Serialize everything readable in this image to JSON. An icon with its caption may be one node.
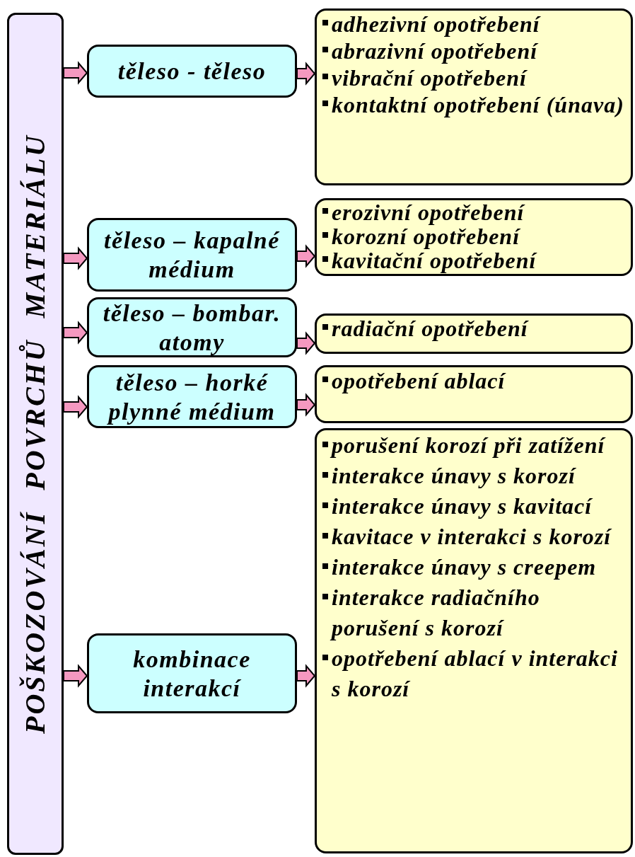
{
  "diagram": {
    "nodes": [
      {
        "text": [
          "POŠKOZOVÁNÍ POVRCHŮ MATERIÁLU"
        ]
      },
      {
        "text": [
          "těleso - těleso"
        ]
      },
      {
        "text": [
          "těleso – kapalné médium"
        ]
      },
      {
        "text": [
          "těleso – bombar. atomy"
        ]
      },
      {
        "text": [
          "těleso – horké plynné médium"
        ]
      },
      {
        "text": [
          "kombinace interakcí"
        ]
      },
      {
        "text": [
          "adhezivní opotřebení",
          "abrazivní opotřebení",
          "vibrační opotřebení",
          "kontaktní opotřebení (únava)"
        ]
      },
      {
        "text": [
          "erozivní opotřebení",
          "korozní opotřebení",
          "kavitační opotřebení"
        ]
      },
      {
        "text": [
          "radiační opotřebení"
        ]
      },
      {
        "text": [
          "opotřebení ablací"
        ]
      },
      {
        "text": [
          "porušení korozí při zatížení",
          "interakce únavy s korozí",
          "interakce únavy s kavitací",
          "kavitace v interakci s korozí",
          "interakce únavy s creepem",
          "interakce radiačního porušení s korozí",
          "opotřebení ablací v interakci s korozí"
        ]
      }
    ],
    "edges": [
      {
        "from": 0,
        "to": 1,
        "arrow": "to"
      },
      {
        "from": 0,
        "to": 2,
        "arrow": "to"
      },
      {
        "from": 0,
        "to": 3,
        "arrow": "to"
      },
      {
        "from": 0,
        "to": 4,
        "arrow": "to"
      },
      {
        "from": 0,
        "to": 5,
        "arrow": "to"
      },
      {
        "from": 1,
        "to": 6,
        "arrow": "to"
      },
      {
        "from": 2,
        "to": 7,
        "arrow": "to"
      },
      {
        "from": 3,
        "to": 8,
        "arrow": "to"
      },
      {
        "from": 4,
        "to": 9,
        "arrow": "to"
      },
      {
        "from": 5,
        "to": 10,
        "arrow": "to"
      }
    ]
  }
}
